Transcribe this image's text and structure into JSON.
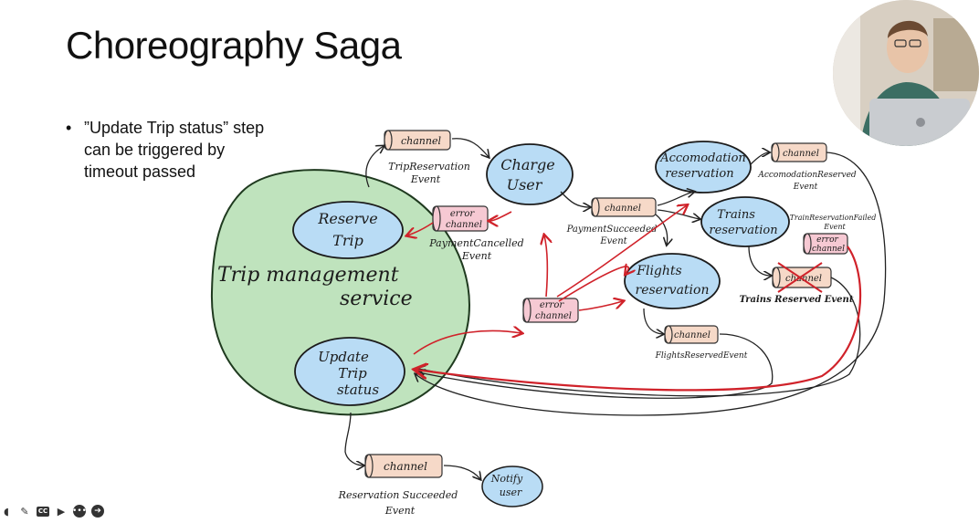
{
  "slide": {
    "title": "Choreography Saga",
    "bullets": [
      "”Update Trip status” step can be triggered by timeout passed"
    ]
  },
  "diagram": {
    "service_label_line1": "Trip management",
    "service_label_line2": "service",
    "nodes": {
      "reserve_trip": [
        "Reserve",
        "Trip"
      ],
      "update_trip_status": [
        "Update",
        "Trip",
        "status"
      ],
      "charge_user": [
        "Charge",
        "User"
      ],
      "accomodation_reservation": [
        "Accomodation",
        "reservation"
      ],
      "trains_reservation": [
        "Trains",
        "reservation"
      ],
      "flights_reservation": [
        "Flights",
        "reservation"
      ],
      "notify_user": [
        "Notify",
        "user"
      ]
    },
    "channel_label": "channel",
    "error_channel_label": [
      "error",
      "channel"
    ],
    "events": {
      "trip_reservation": [
        "TripReservation",
        "Event"
      ],
      "payment_cancelled": [
        "PaymentCancelled",
        "Event"
      ],
      "payment_succeeded": [
        "PaymentSucceeded",
        "Event"
      ],
      "accomodation_reserved": [
        "AccomodationReserved",
        "Event"
      ],
      "train_reservation_failed": [
        "TrainReservationFailed",
        "Event"
      ],
      "trains_reserved": "Trains Reserved Event",
      "flights_reserved": "FlightsReservedEvent",
      "reservation_succeeded": [
        "Reservation Succeeded",
        "Event"
      ]
    }
  },
  "toolbar": {
    "icons": [
      "pointer-icon",
      "pen-icon",
      "captions-icon",
      "video-icon",
      "more-icon",
      "next-icon"
    ],
    "captions_label": "CC",
    "more_label": "•••",
    "next_label": "➔"
  },
  "colors": {
    "node_fill": "#b9dcf5",
    "service_fill": "#bfe3bd",
    "channel_fill": "#f6d9c8",
    "error_fill": "#f6c9d3",
    "error_arrow": "#d0222a"
  }
}
